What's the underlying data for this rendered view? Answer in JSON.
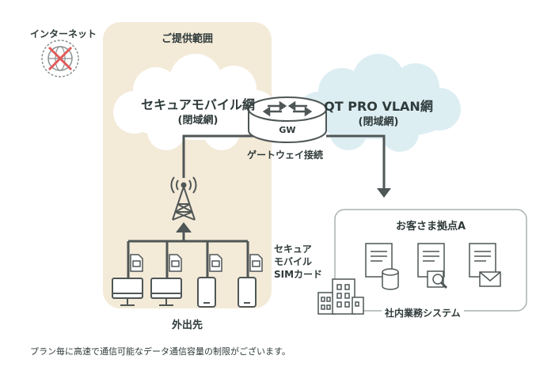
{
  "internet": {
    "label": "インターネット",
    "icon": "blocked-globe-icon"
  },
  "provided_range": {
    "label": "ご提供範囲",
    "fill": "#f3ead8"
  },
  "secure_mobile_cloud": {
    "line1": "セキュアモバイル網",
    "line2": "(閉域網)",
    "fill": "#ffffff"
  },
  "vlan_cloud": {
    "line1": "QT PRO VLAN網",
    "line2": "(閉域網)",
    "fill": "#ddeef3"
  },
  "gateway": {
    "short_label": "GW",
    "label": "ゲートウェイ接続"
  },
  "customer_site": {
    "title": "お客さま拠点A",
    "system_label": "社内業務システム"
  },
  "sim": {
    "line1": "セキュア",
    "line2": "モバイル",
    "line3": "SIMカード"
  },
  "devices": {
    "label": "外出先"
  },
  "footnote": "プラン毎に高速で通信可能なデータ通信容量の制限がございます。",
  "colors": {
    "line": "#4f5656",
    "accent": "#e15a5a",
    "box_border": "#aab2b2"
  }
}
